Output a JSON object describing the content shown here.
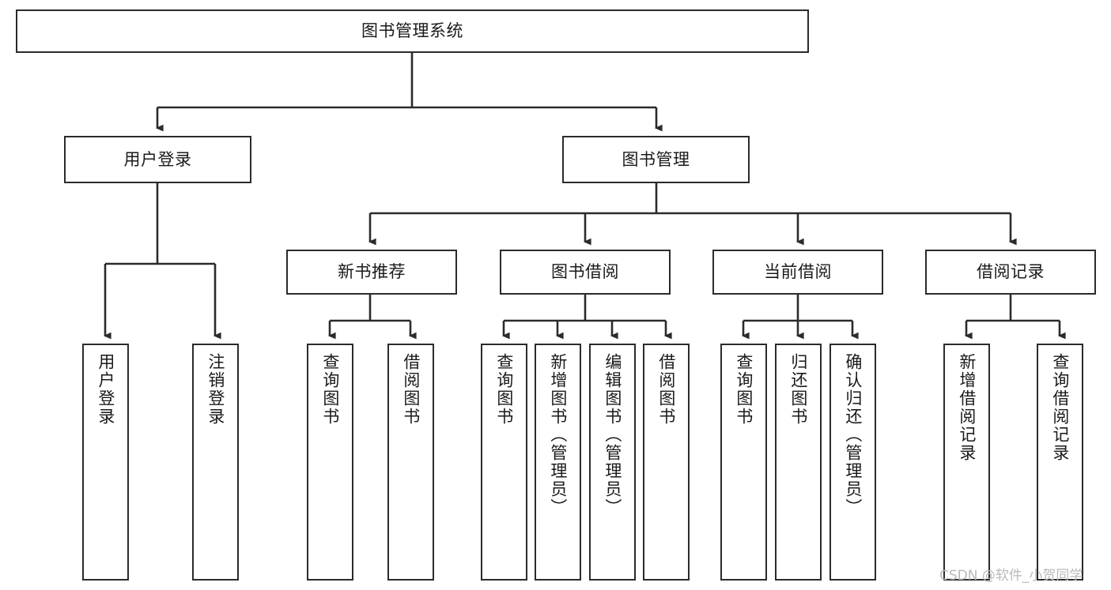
{
  "diagram": {
    "type": "tree-hierarchy-chart",
    "title": "图书管理系统",
    "line_color": "#2b2b2b",
    "box_fill": "#ffffff",
    "text_color": "#1a1a1a",
    "watermark": "CSDN @软件_小贺同学",
    "nodes": {
      "root": {
        "label": "图书管理系统"
      },
      "level2": [
        {
          "label": "用户登录"
        },
        {
          "label": "图书管理"
        }
      ],
      "level3": [
        {
          "label": "新书推荐"
        },
        {
          "label": "图书借阅"
        },
        {
          "label": "当前借阅"
        },
        {
          "label": "借阅记录"
        }
      ],
      "leaves_user_login": [
        {
          "label": "用户登录"
        },
        {
          "label": "注销登录"
        }
      ],
      "leaves_new_book": [
        {
          "label": "查询图书"
        },
        {
          "label": "借阅图书"
        }
      ],
      "leaves_borrow": [
        {
          "label": "查询图书"
        },
        {
          "label": "新增图书（管理员）"
        },
        {
          "label": "编辑图书（管理员）"
        },
        {
          "label": "借阅图书"
        }
      ],
      "leaves_current": [
        {
          "label": "查询图书"
        },
        {
          "label": "归还图书"
        },
        {
          "label": "确认归还（管理员）"
        }
      ],
      "leaves_records": [
        {
          "label": "新增借阅记录"
        },
        {
          "label": "查询借阅记录"
        }
      ]
    }
  }
}
